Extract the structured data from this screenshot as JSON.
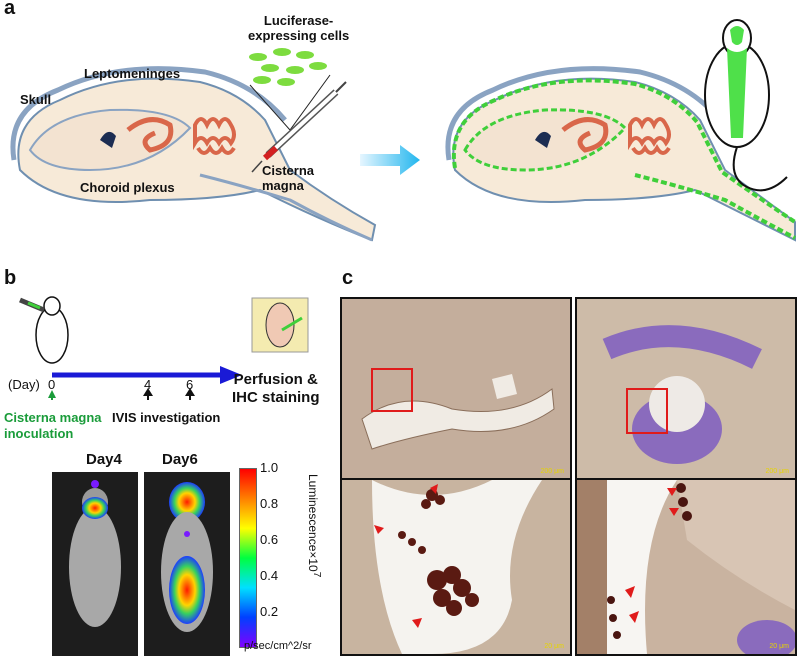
{
  "panel_a": {
    "letter": "a",
    "labels": {
      "skull": "Skull",
      "leptomeninges": "Leptomeninges",
      "cells_line1": "Luciferase-",
      "cells_line2": "expressing cells",
      "choroid": "Choroid plexus",
      "cisterna_line1": "Cisterna",
      "cisterna_line2": "magna"
    }
  },
  "panel_b": {
    "letter": "b",
    "day_label": "(Day)",
    "timeline_days": [
      "0",
      "4",
      "6"
    ],
    "inoculation_line1": "Cisterna magna",
    "inoculation_line2": "inoculation",
    "ivis": "IVIS investigation",
    "perfusion_line1": "Perfusion &",
    "perfusion_line2": "IHC staining",
    "image_titles": [
      "Day4",
      "Day6"
    ],
    "colorbar": {
      "ticks": [
        "1.0",
        "0.8",
        "0.6",
        "0.4",
        "0.2"
      ],
      "title": "Luminescence×10",
      "exponent": "7",
      "unit": "p/sec/cm^2/sr"
    },
    "colors": {
      "timeline": "#1a1ad6",
      "green": "#1a9c3a"
    }
  },
  "panel_c": {
    "letter": "c",
    "scalebars": [
      "200 μm",
      "200 μm",
      "20 μm",
      "20 μm"
    ],
    "colors": {
      "box": "#e01b1b",
      "arrow": "#e01b1b"
    }
  }
}
